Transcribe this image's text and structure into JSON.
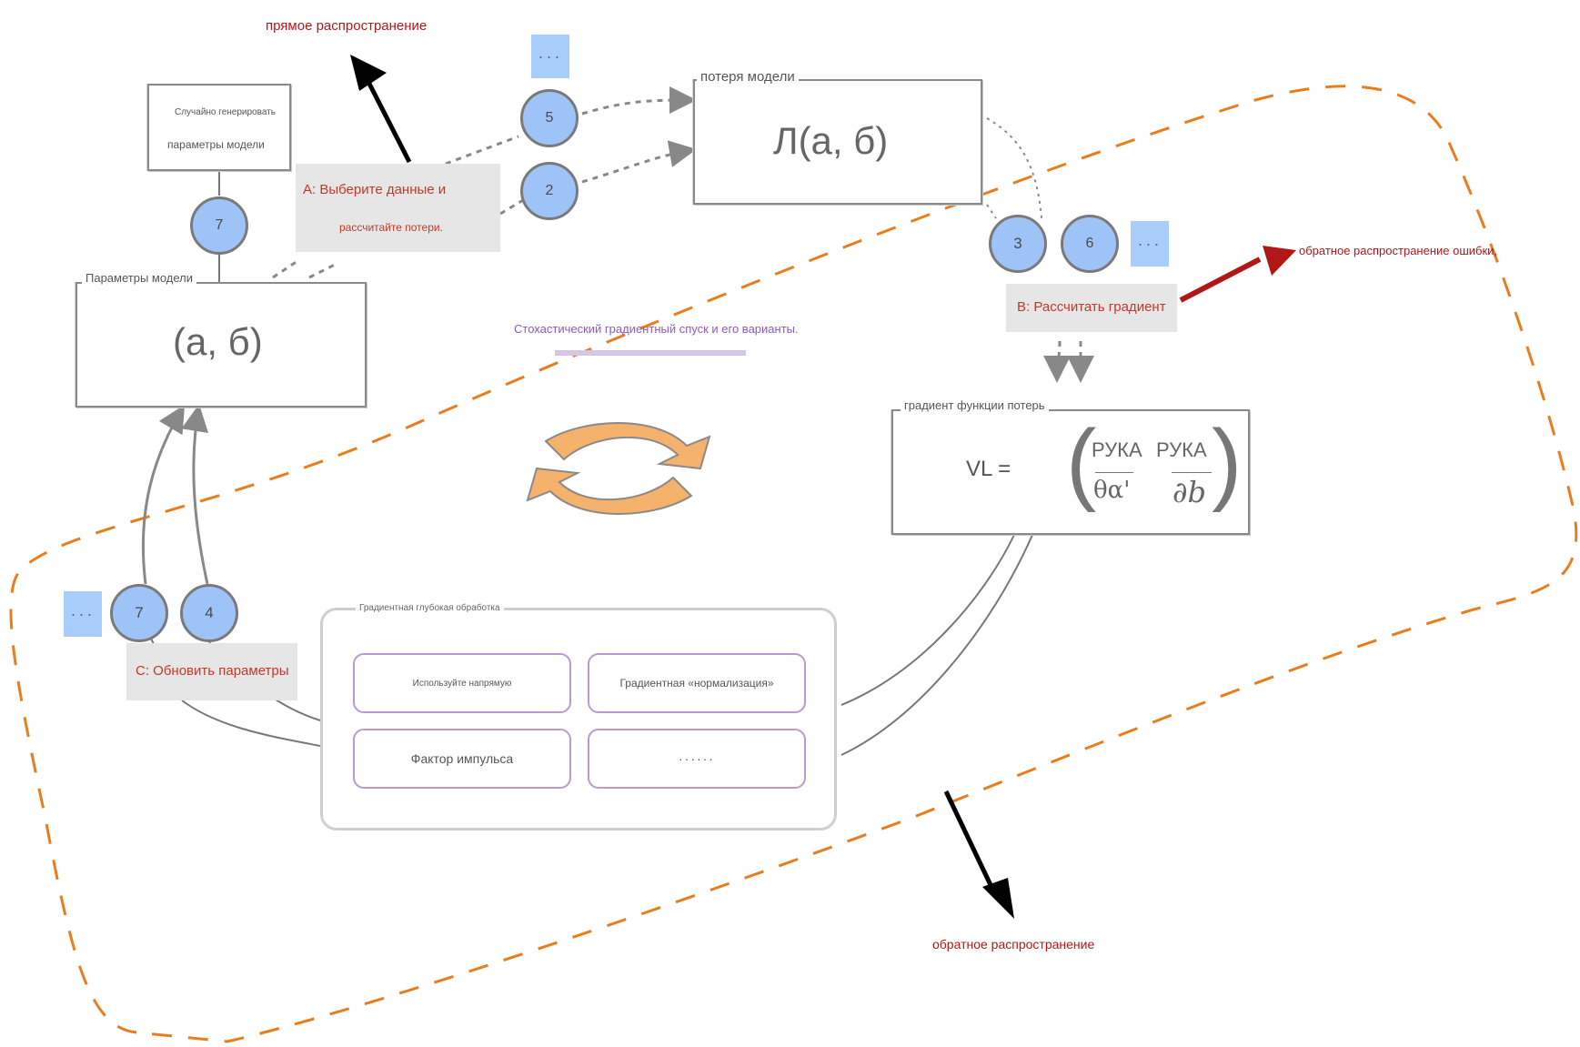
{
  "labels": {
    "forward": "прямое распространение",
    "backprop_error": "обратное распространение ошибки,",
    "backprop": "обратное распространение",
    "sgd": "Стохастический градиентный спуск и его варианты."
  },
  "random_box": {
    "line1": "Случайно генерировать",
    "line2": "параметры модели"
  },
  "params": {
    "caption": "Параметры модели",
    "value": "(а, б)"
  },
  "loss": {
    "caption": "потеря модели",
    "value": "Л(а, б)"
  },
  "gradient": {
    "caption": "градиент функции потерь",
    "lhs": "VL =",
    "num1": "РУКА",
    "num2": "РУКА",
    "den1": "θα'",
    "den2": "∂b"
  },
  "steps": {
    "a_line1": "А: Выберите данные и",
    "a_line2": "рассчитайте потери.",
    "b": "B: Рассчитать градиент",
    "c": "C: Обновить параметры"
  },
  "circles": {
    "top_left": "7",
    "a1": "5",
    "a2": "2",
    "b1": "3",
    "b2": "6",
    "c1": "7",
    "c2": "4"
  },
  "ellipsis": "···",
  "opt_panel": {
    "title": "Градиентная глубокая обработка",
    "items": [
      "Используйте напрямую",
      "Градиентная «нормализация»",
      "Фактор импульса",
      "······"
    ]
  },
  "colors": {
    "orange_dash": "#e87d1e",
    "node_fill": "#9ec4f7",
    "label_red": "#b01818",
    "purple": "#8e5ab5",
    "cycle": "#f4b26c"
  }
}
